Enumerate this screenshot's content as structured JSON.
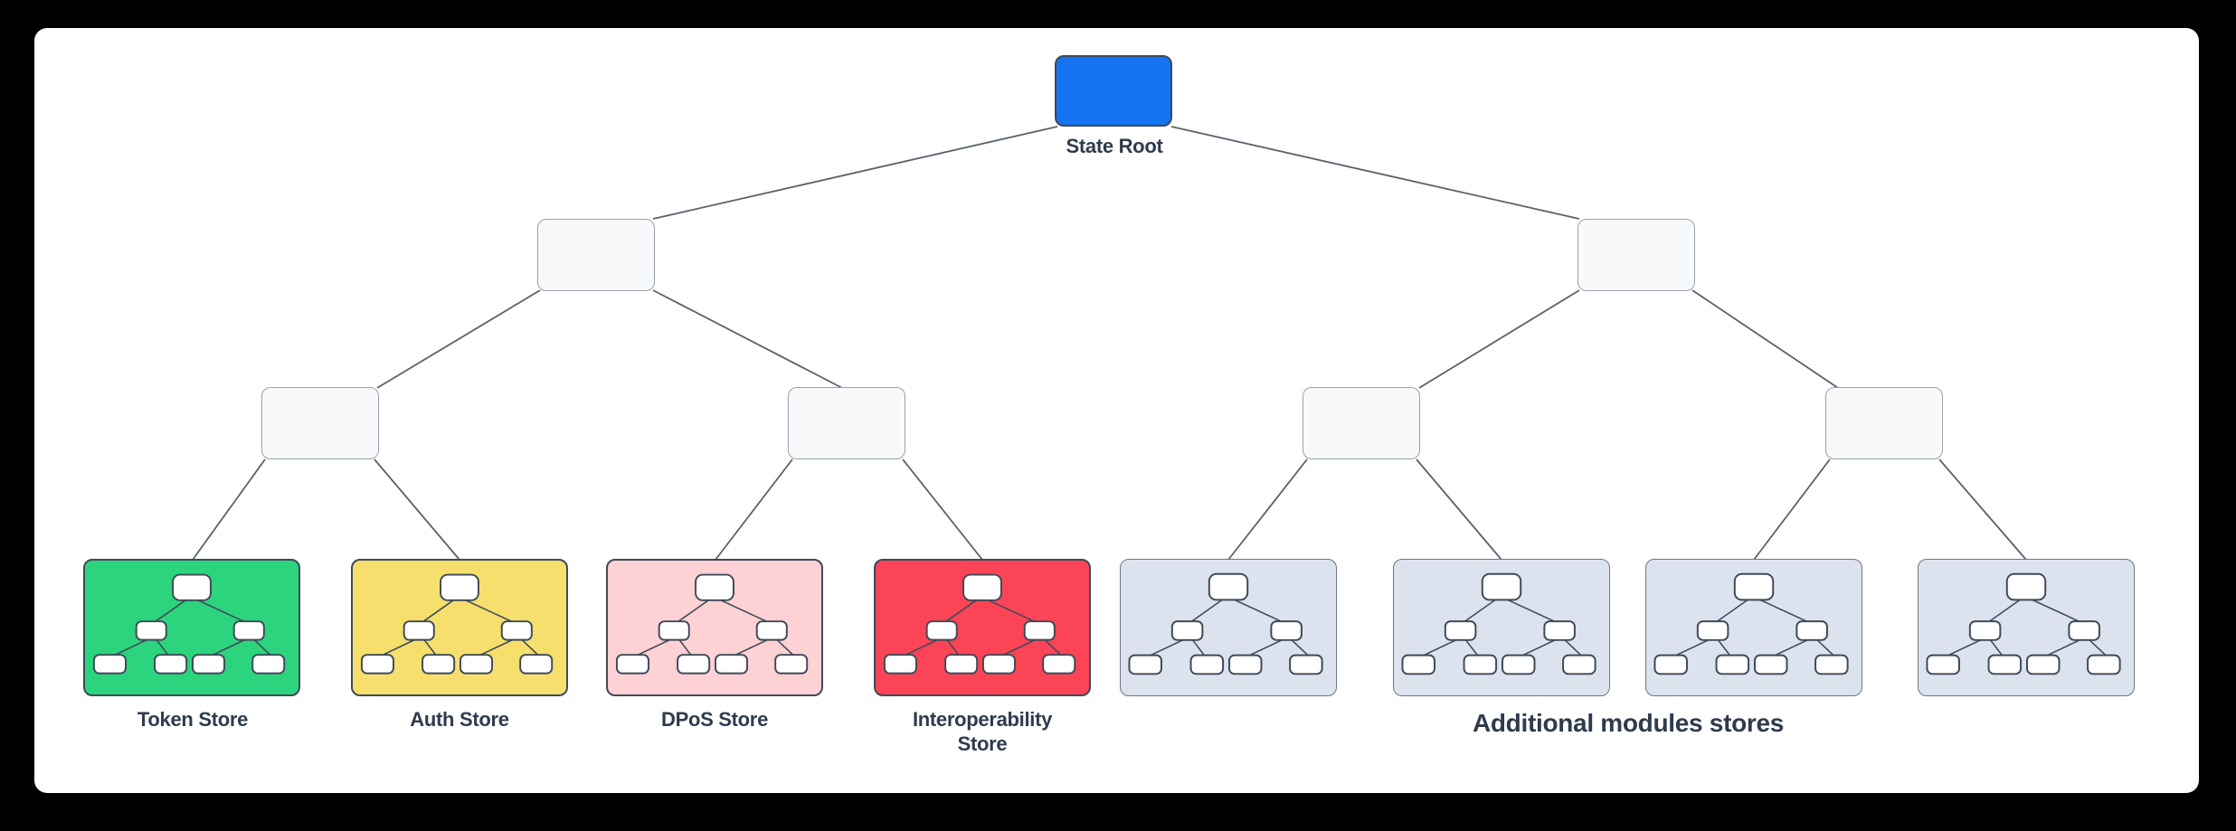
{
  "colors": {
    "canvas_bg": "#000000",
    "panel_bg": "#ffffff",
    "root_fill": "#1373f0",
    "branch_fill": "#f7f9fb",
    "branch_border": "#99a1ae",
    "line": "#59616e",
    "node_border": "#3e4a59",
    "gray_border": "#6d7685",
    "label_text": "#2f3b4d"
  },
  "root": {
    "label": "State Root"
  },
  "stores": [
    {
      "id": "token",
      "label": "Token Store",
      "fill": "#2cd47d"
    },
    {
      "id": "auth",
      "label": "Auth Store",
      "fill": "#f6df6d"
    },
    {
      "id": "dpos",
      "label": "DPoS Store",
      "fill": "#fed1d5"
    },
    {
      "id": "interoperability",
      "label": "Interoperability Store",
      "fill": "#fb4456"
    },
    {
      "id": "module-1",
      "label": "",
      "fill": "#dde3ee"
    },
    {
      "id": "module-2",
      "label": "",
      "fill": "#dde3ee"
    },
    {
      "id": "module-3",
      "label": "",
      "fill": "#dde3ee"
    },
    {
      "id": "module-4",
      "label": "",
      "fill": "#dde3ee"
    }
  ],
  "group_label": "Additional modules stores"
}
